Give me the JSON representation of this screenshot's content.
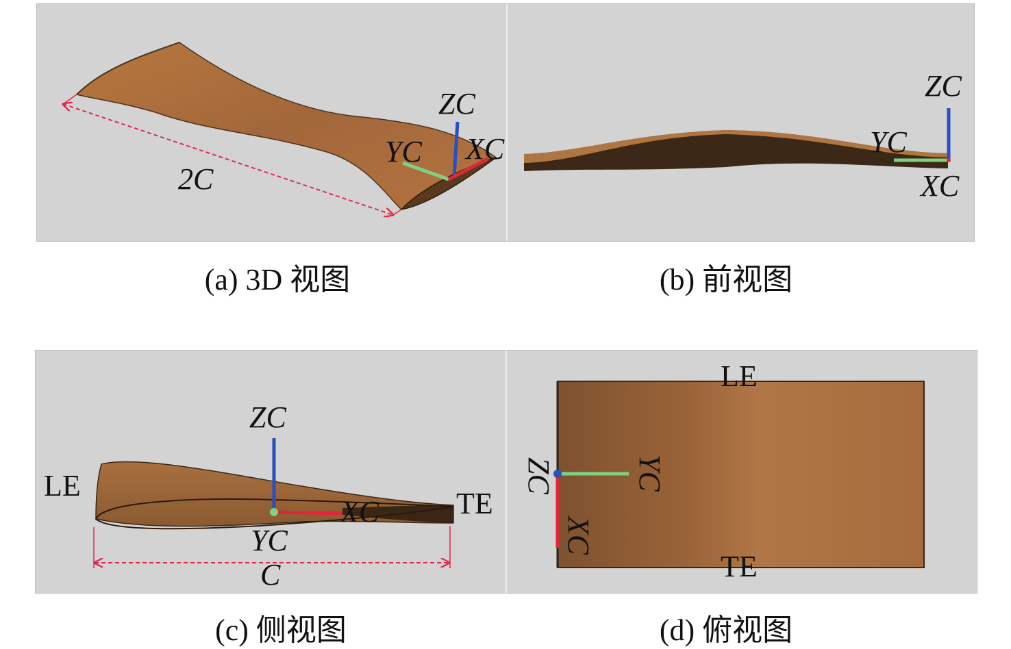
{
  "captions": {
    "a": "(a) 3D 视图",
    "b": "(b) 前视图",
    "c": "(c) 侧视图",
    "d": "(d) 俯视图"
  },
  "labels": {
    "zc": "ZC",
    "yc": "YC",
    "xc": "XC",
    "le": "LE",
    "te": "TE",
    "span": "2C",
    "chord": "C"
  },
  "colors": {
    "background": "#d3d3d4",
    "wing": "#a86c3b",
    "wing_dark": "#3a2614",
    "axis_x": "#e0263b",
    "axis_y": "#7fd07f",
    "axis_z": "#2a4fc0",
    "dimension": "#e0264a"
  }
}
